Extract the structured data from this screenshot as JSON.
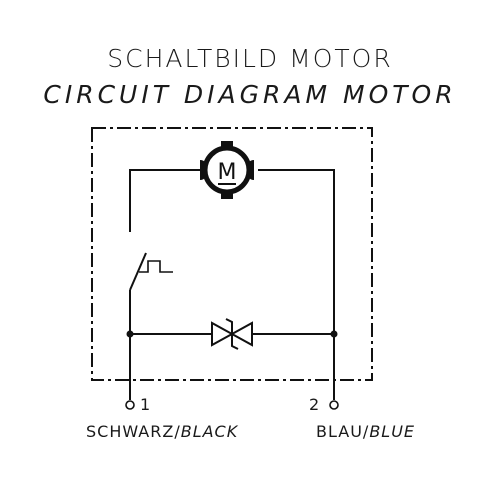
{
  "title": {
    "german": "SCHALTBILD MOTOR",
    "english": "CIRCUIT DIAGRAM MOTOR"
  },
  "motor": {
    "symbol_letter": "M"
  },
  "terminals": [
    {
      "number": "1",
      "wire_de": "SCHWARZ/",
      "wire_en": "BLACK"
    },
    {
      "number": "2",
      "wire_de": "BLAU/",
      "wire_en": "BLUE"
    }
  ],
  "colors": {
    "line": "#111111",
    "background": "#ffffff"
  }
}
